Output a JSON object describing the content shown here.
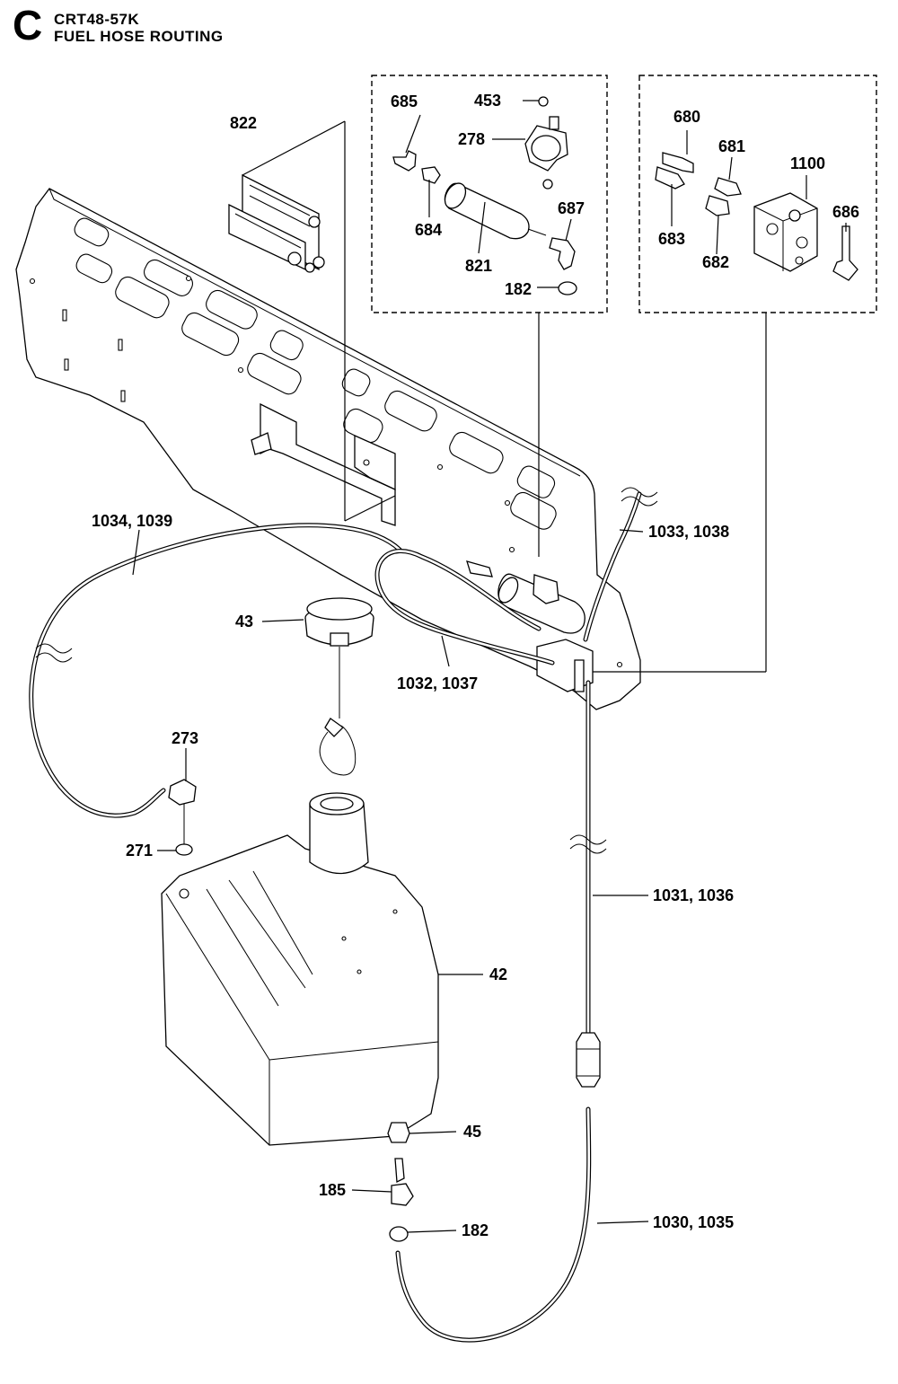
{
  "header": {
    "section": "C",
    "model": "CRT48-57K",
    "title": "FUEL HOSE ROUTING"
  },
  "labels": {
    "p822": "822",
    "p685": "685",
    "p453": "453",
    "p278": "278",
    "p684": "684",
    "p821": "821",
    "p687": "687",
    "p182a": "182",
    "p680": "680",
    "p681": "681",
    "p1100": "1100",
    "p683": "683",
    "p682": "682",
    "p686": "686",
    "p1034": "1034, 1039",
    "p1033": "1033, 1038",
    "p43": "43",
    "p1032": "1032, 1037",
    "p273": "273",
    "p271": "271",
    "p1031": "1031, 1036",
    "p42": "42",
    "p45": "45",
    "p185": "185",
    "p182b": "182",
    "p1030": "1030, 1035"
  }
}
